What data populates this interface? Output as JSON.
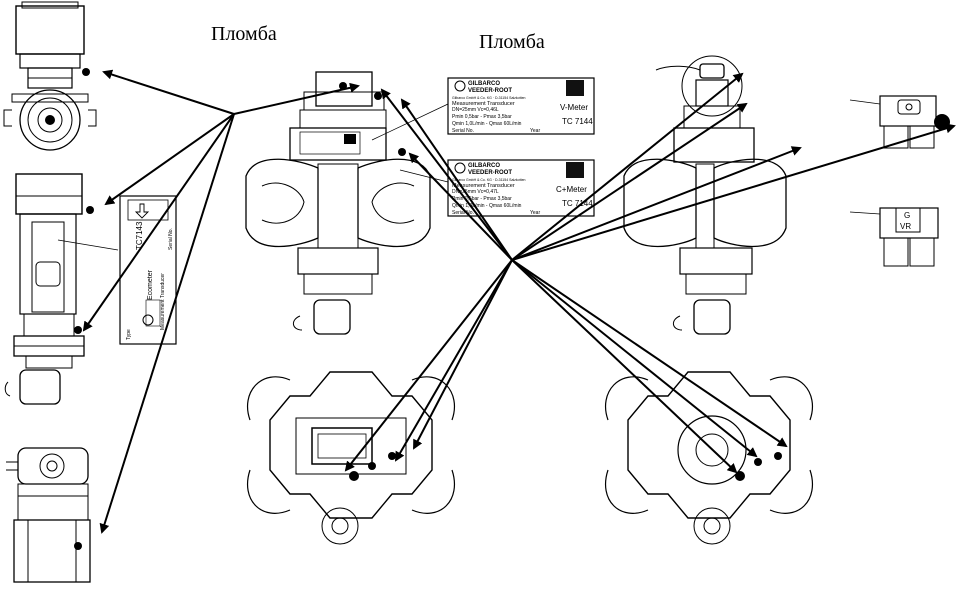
{
  "labels": {
    "seal_left": "Пломба",
    "seal_center": "Пломба"
  },
  "plates": {
    "v_meter": {
      "brand_top": "GILBARCO",
      "brand_bottom": "VEEDER-ROOT",
      "maker_line": "Gilbarco GmbH & Co. KG · D-31154 Salzkotten",
      "title": "Measurement Transducer",
      "line1": "DN=25mm   Vc=0,46L",
      "line2": "Pmin 0,5bar - Pmax 3,5bar",
      "line3": "Qmin 1,0L/min - Qmax 60L/min",
      "line4_left": "Serial No.",
      "line4_right": "Year",
      "model": "V-Meter",
      "cert": "TC 7144"
    },
    "c_meter": {
      "brand_top": "GILBARCO",
      "brand_bottom": "VEEDER-ROOT",
      "maker_line": "Gilbarco GmbH & Co. KG · D-31154 Salzkotten",
      "title": "Measurement Transducer",
      "line1": "DN=25mm   Vc=0,47L",
      "line2": "Pmin 0,5bar - Pmax 3,5bar",
      "line3": "Qmin 1,0L/min - Qmax 60L/min",
      "line4_left": "Serial No.",
      "line4_right": "Year",
      "model": "C+Meter",
      "cert": "TC 7144"
    },
    "ecometer": {
      "cert": "TC7143",
      "type_label": "Type",
      "model": "Ecometer",
      "title": "Measurement Transducer",
      "serial": "Serial No."
    }
  },
  "sensor_plate": {
    "g_label": "G",
    "vr_label": "VR"
  },
  "colors": {
    "ink": "#000000",
    "paper": "#ffffff"
  }
}
